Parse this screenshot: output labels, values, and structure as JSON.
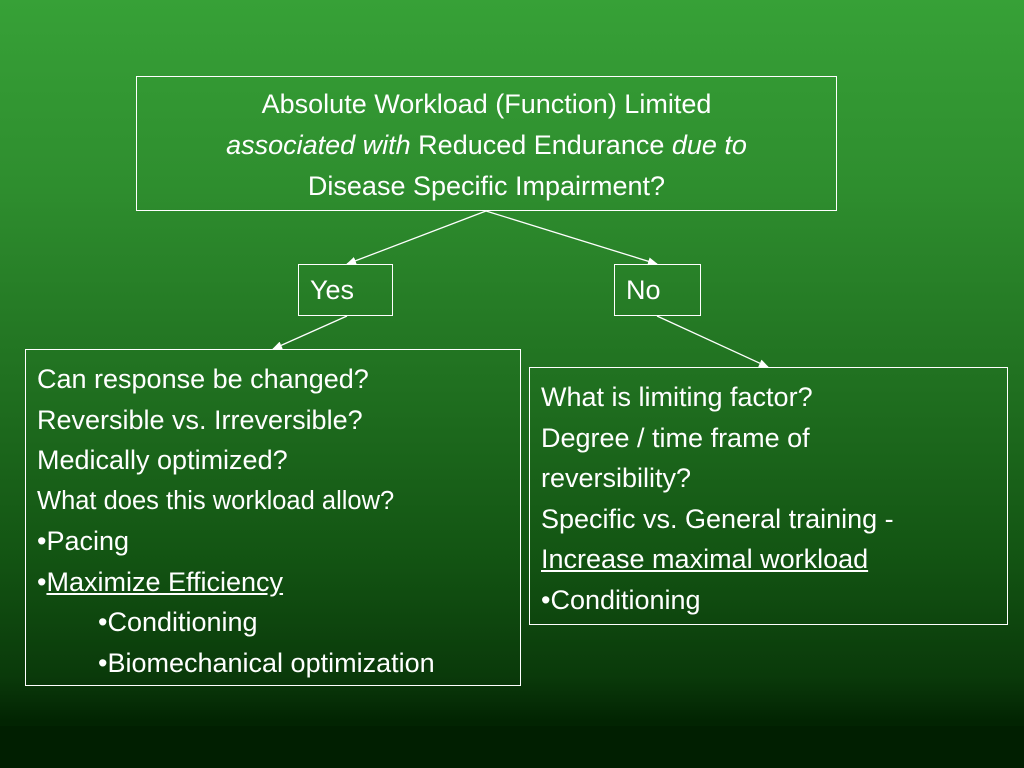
{
  "question": {
    "line1": "Absolute Workload (Function) Limited",
    "line2_italic_a": "associated with",
    "line2_normal": " Reduced Endurance ",
    "line2_italic_b": "due to",
    "line3": "Disease Specific Impairment?"
  },
  "yes_label": "Yes",
  "no_label": "No",
  "yes_branch": {
    "q1": "Can response be changed?",
    "q2": "Reversible vs. Irreversible?",
    "q3": "Medically optimized?",
    "q4": "What does this workload allow?",
    "b1": "•Pacing",
    "b2_bullet": "•",
    "b2_text": "Maximize Efficiency",
    "sub1": "•Conditioning",
    "sub2": "•Biomechanical optimization"
  },
  "no_branch": {
    "q1": "What is limiting factor?",
    "q2": "Degree / time frame of",
    "q3": "reversibility?",
    "q4": "Specific vs. General training -",
    "q5": "Increase maximal workload",
    "b1": "•Conditioning"
  }
}
